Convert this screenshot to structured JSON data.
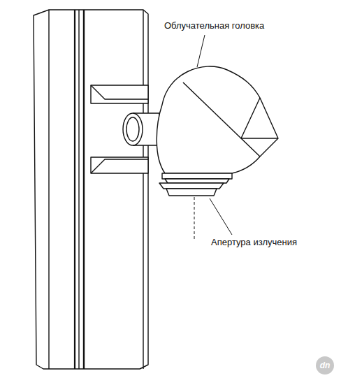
{
  "diagram": {
    "labels": [
      "Облучательная головка",
      "Апертура излучения",
      "dn"
    ]
  }
}
